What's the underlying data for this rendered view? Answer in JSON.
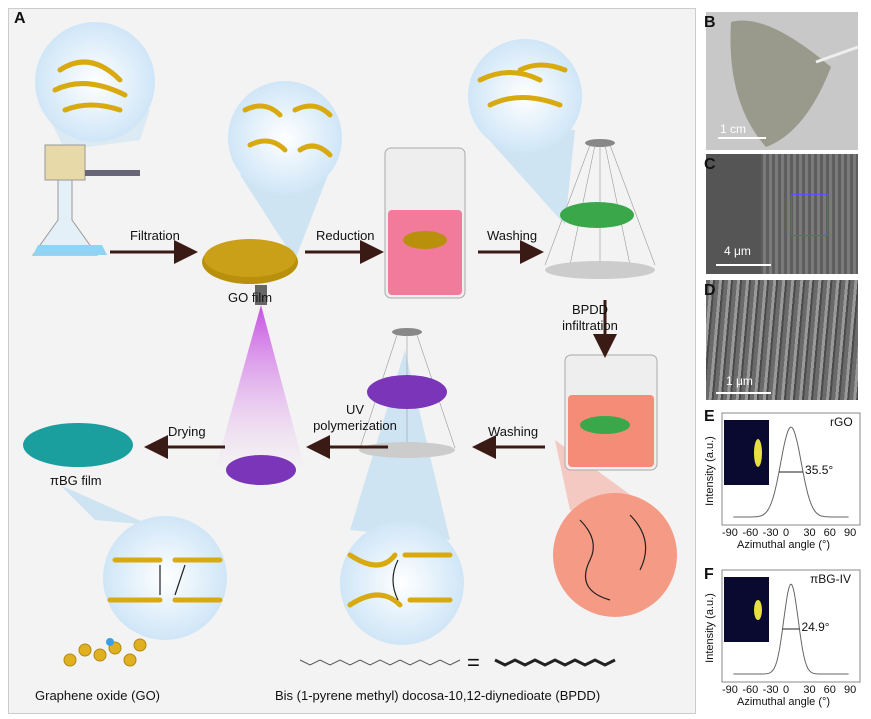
{
  "panels": {
    "a": "A",
    "b": "B",
    "c": "C",
    "d": "D",
    "e": "E",
    "f": "F"
  },
  "steps": {
    "filtration": "Filtration",
    "reduction": "Reduction",
    "washing1": "Washing",
    "bpdd1": "BPDD",
    "bpdd2": "infiltration",
    "washing2": "Washing",
    "uv1": "UV",
    "uv2": "polymerization",
    "drying": "Drying"
  },
  "films": {
    "go": "GO film",
    "pibg": "πBG film"
  },
  "captions": {
    "go": "Graphene oxide (GO)",
    "bpdd": "Bis (1-pyrene methyl) docosa-10,12-diynedioate (BPDD)",
    "equals": "="
  },
  "scales": {
    "b": "1 cm",
    "c": "4 μm",
    "d": "1 μm"
  },
  "charts": {
    "e": {
      "label": "rGO",
      "fwhm": "35.5°",
      "ylabel": "Intensity (a.u.)",
      "xlabel": "Azimuthal angle (°)",
      "ticks": [
        "-90",
        "-60",
        "-30",
        "0",
        "30",
        "60",
        "90"
      ]
    },
    "f": {
      "label": "πBG-IV",
      "fwhm": "24.9°",
      "ylabel": "Intensity (a.u.)",
      "xlabel": "Azimuthal angle (°)",
      "ticks": [
        "-90",
        "-60",
        "-30",
        "0",
        "30",
        "60",
        "90"
      ]
    }
  },
  "chart_data": [
    {
      "type": "line",
      "title": "rGO",
      "xlabel": "Azimuthal angle (°)",
      "ylabel": "Intensity (a.u.)",
      "xlim": [
        -90,
        90
      ],
      "fwhm_deg": 35.5,
      "peak_x": 0
    },
    {
      "type": "line",
      "title": "πBG-IV",
      "xlabel": "Azimuthal angle (°)",
      "ylabel": "Intensity (a.u.)",
      "xlim": [
        -90,
        90
      ],
      "fwhm_deg": 24.9,
      "peak_x": 0
    }
  ]
}
